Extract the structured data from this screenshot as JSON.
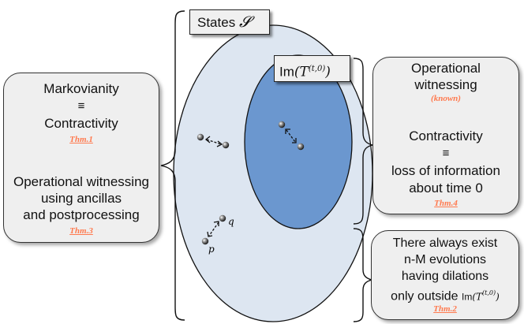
{
  "labels": {
    "states": "States",
    "states_symbol": "𝓢",
    "image": "Im",
    "image_math": "(T",
    "image_sup": "(t,0)",
    "image_close": ")"
  },
  "left_box": {
    "line1": "Markovianity",
    "equiv": "≡",
    "line2": "Contractivity",
    "ref1": "Thm.1",
    "line3": "Operational witnessing",
    "line4": "using ancillas",
    "line5": "and postprocessing",
    "ref2": "Thm.3"
  },
  "right_top_box": {
    "line1": "Operational",
    "line2": "witnessing",
    "known": "(known)",
    "line3": "Contractivity",
    "equiv": "≡",
    "line4": "loss of information",
    "line5": "about time 0",
    "ref": "Thm.4"
  },
  "right_bottom_box": {
    "line1": "There always exist",
    "line2": "n-M evolutions",
    "line3": "having dilations",
    "line4": "only outside",
    "im": "Im",
    "im_math": "(T",
    "im_sup": "(t,0)",
    "im_close": ")",
    "ref": "Thm.2"
  },
  "points": {
    "p": "p",
    "q": "q"
  },
  "colors": {
    "outer_ellipse": "#dde6f1",
    "inner_ellipse": "#6b97cf",
    "reference": "#ff7a4f"
  }
}
